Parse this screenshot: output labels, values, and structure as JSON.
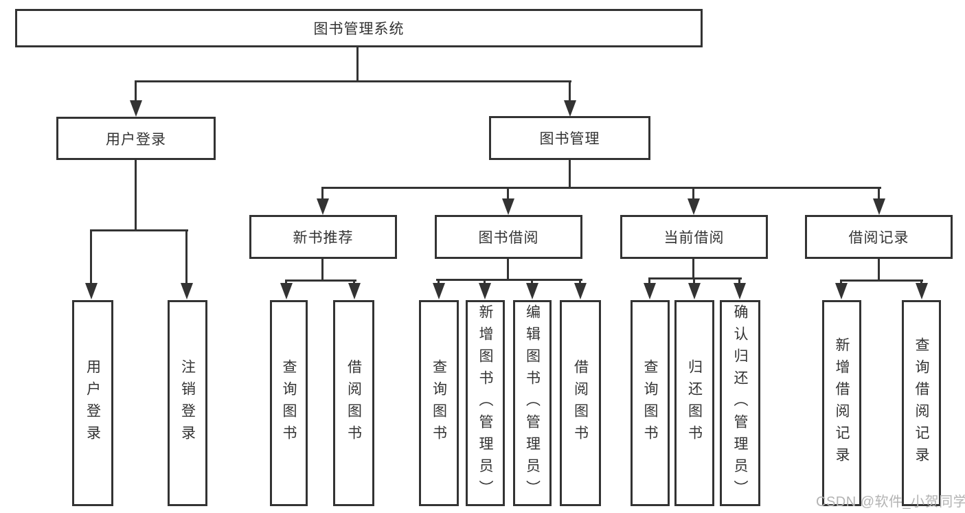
{
  "root": {
    "label": "图书管理系统"
  },
  "branches": [
    {
      "label": "用户登录",
      "children": [
        {
          "label": "用户登录"
        },
        {
          "label": "注销登录"
        }
      ]
    },
    {
      "label": "图书管理",
      "children": [
        {
          "label": "新书推荐",
          "children": [
            {
              "label": "查询图书"
            },
            {
              "label": "借阅图书"
            }
          ]
        },
        {
          "label": "图书借阅",
          "children": [
            {
              "label": "查询图书"
            },
            {
              "label": "新增图书（管理员）"
            },
            {
              "label": "编辑图书（管理员）"
            },
            {
              "label": "借阅图书"
            }
          ]
        },
        {
          "label": "当前借阅",
          "children": [
            {
              "label": "查询图书"
            },
            {
              "label": "归还图书"
            },
            {
              "label": "确认归还（管理员）"
            }
          ]
        },
        {
          "label": "借阅记录",
          "children": [
            {
              "label": "新增借阅记录"
            },
            {
              "label": "查询借阅记录"
            }
          ]
        }
      ]
    }
  ],
  "watermark": "CSDN @软件_小贺同学",
  "colors": {
    "line": "#333333",
    "text": "#333333",
    "watermark": "#b3b3b3",
    "background": "#ffffff"
  }
}
